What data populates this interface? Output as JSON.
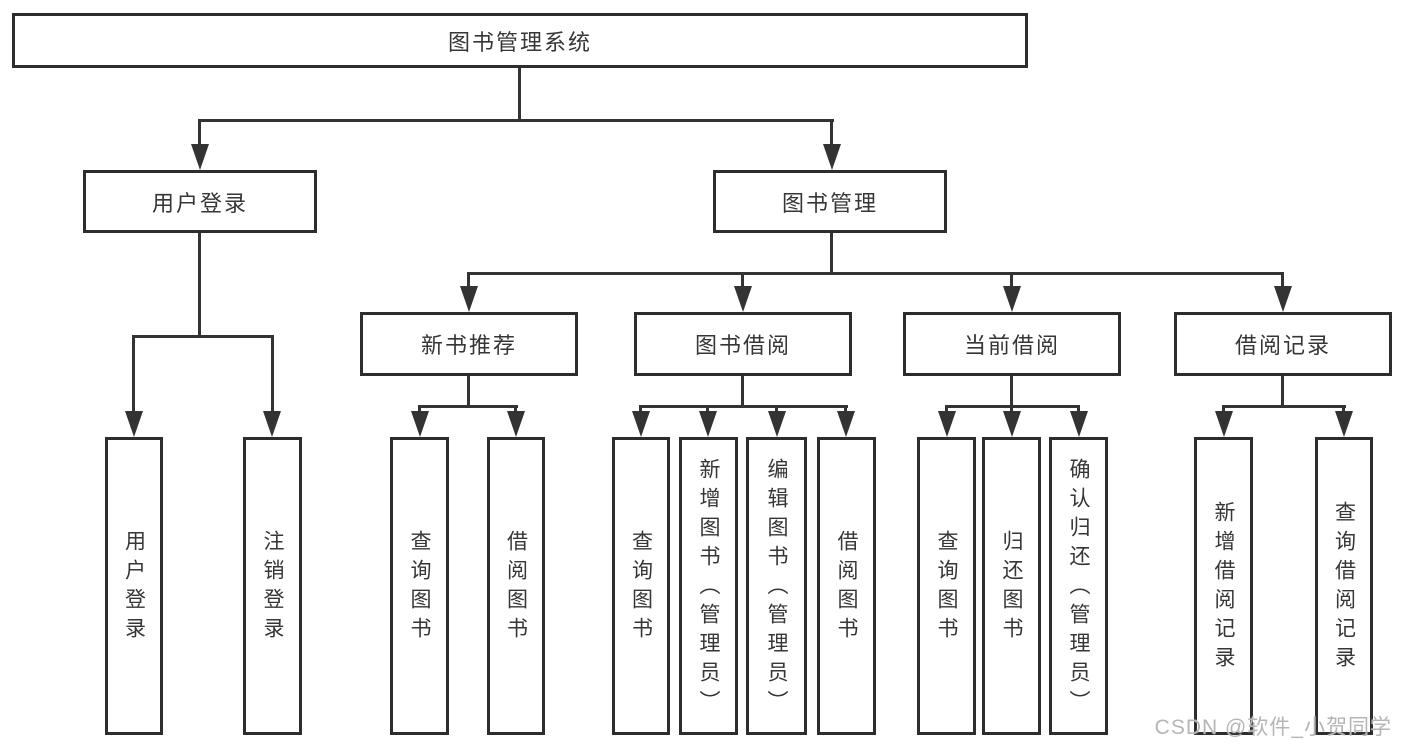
{
  "diagram_title": "图书管理系统",
  "nodes": {
    "root": "图书管理系统",
    "level2": [
      "用户登录",
      "图书管理"
    ],
    "level3": [
      "新书推荐",
      "图书借阅",
      "当前借阅",
      "借阅记录"
    ],
    "leaves": {
      "user_login": [
        "用户登录",
        "注销登录"
      ],
      "new_book_recommend": [
        "查询图书",
        "借阅图书"
      ],
      "book_borrowing": [
        "查询图书",
        "新增图书（管理员）",
        "编辑图书（管理员）",
        "借阅图书"
      ],
      "current_borrowing": [
        "查询图书",
        "归还图书",
        "确认归还（管理员）"
      ],
      "borrowing_records": [
        "新增借阅记录",
        "查询借阅记录"
      ]
    }
  },
  "watermark": {
    "text": "CSDN @软件_小贺同学"
  },
  "colors": {
    "line": "#333333",
    "box_border": "#2d2d2d",
    "text": "#363636",
    "watermark": "#b5b5b5",
    "background": "#ffffff"
  }
}
